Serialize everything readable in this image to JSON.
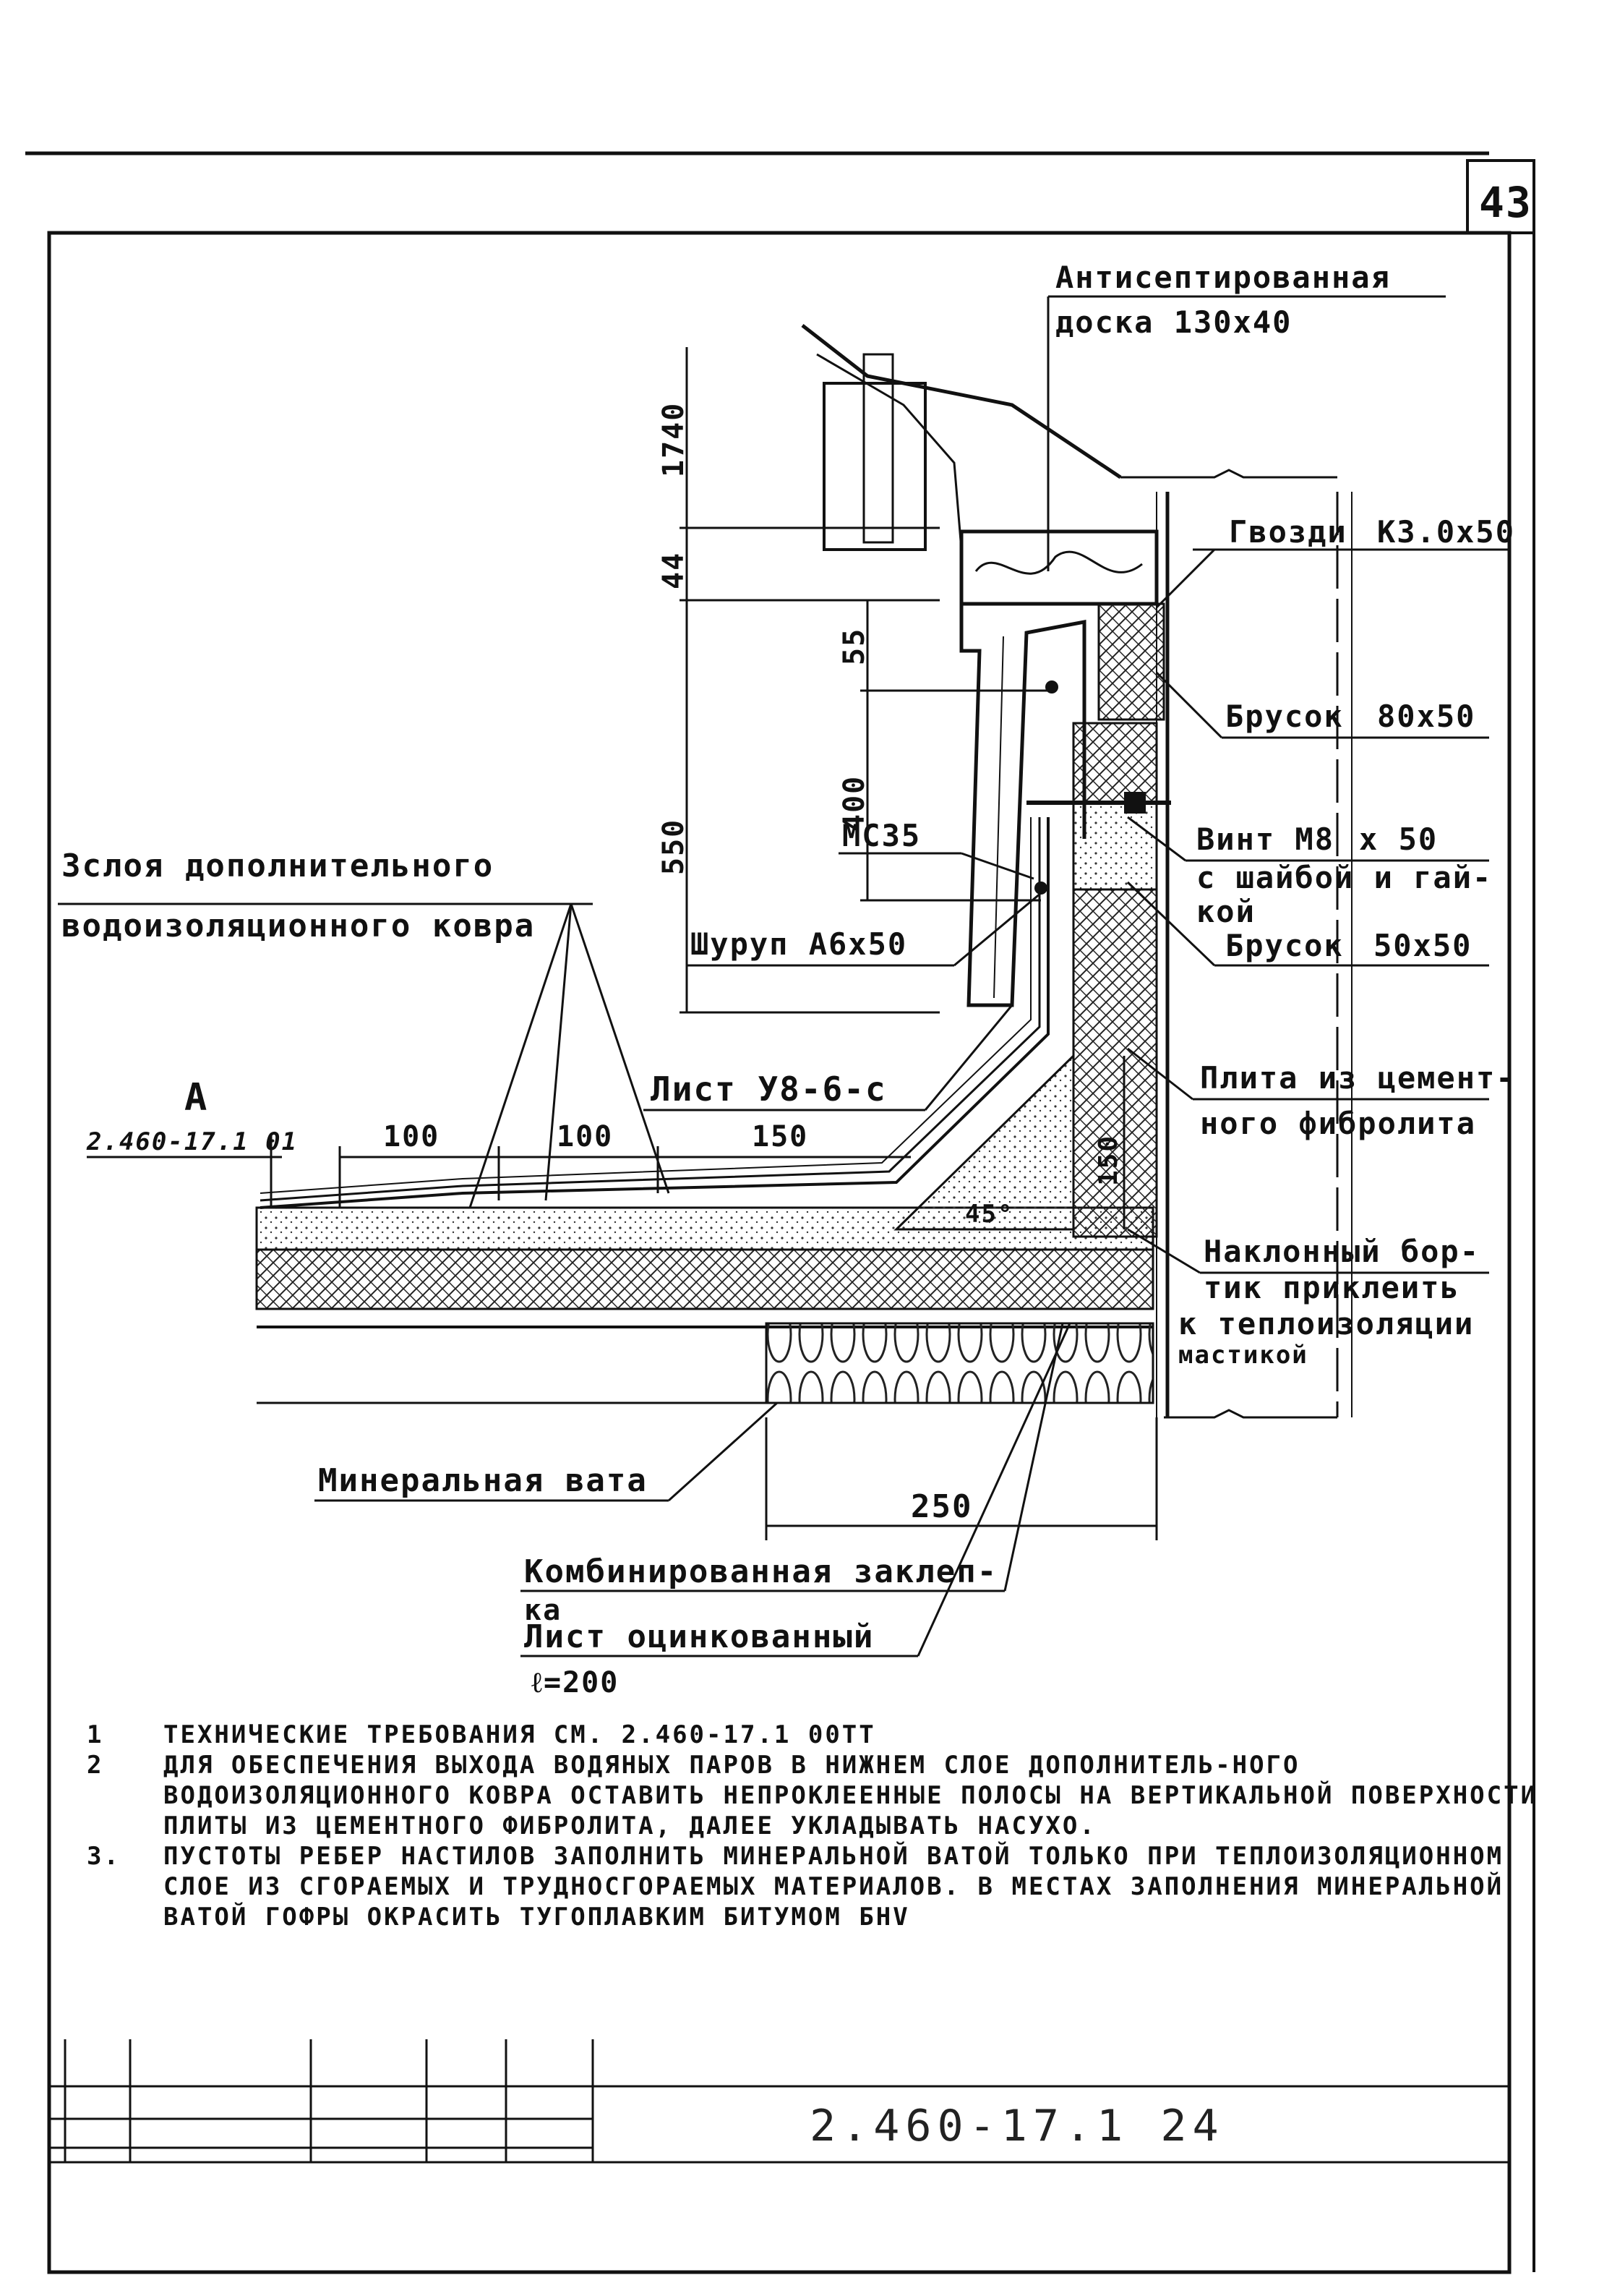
{
  "sheet": {
    "page_number": "43",
    "doc_code": "2.460-17.1 24"
  },
  "labels": {
    "board": [
      "Антисептированная",
      "доска 130х40"
    ],
    "nails": [
      "Гвозди",
      "К3.0х50"
    ],
    "bar1": [
      "Брусок",
      "80х50"
    ],
    "screw_m8": [
      "Винт М8",
      "х 50"
    ],
    "washer": [
      "с шайбой и гай-",
      "кой"
    ],
    "bar2": [
      "Брусок",
      "50х50"
    ],
    "mc35": "МС35",
    "screw_a6": "Шуруп А6х50",
    "sheet_u8": "Лист У8-6-с",
    "three_layers": [
      "3слоя дополнительного",
      "водоизоляционного ковра"
    ],
    "cement_board": [
      "Плита из цемент-",
      "ного фибролита"
    ],
    "slope_board": [
      "Наклонный бор-",
      "тик приклеить",
      "к теплоизоляции",
      "мастикой"
    ],
    "mineral_wool": "Минеральная вата",
    "rivet": [
      "Комбинированная заклеп-",
      "ка"
    ],
    "galv_sheet": [
      "Лист оцинкованный",
      "ℓ=200"
    ],
    "ref_letter": "А",
    "ref_code": "2.460-17.1 01"
  },
  "dimensions": {
    "d1740": "1740",
    "d44": "44",
    "d55": "55",
    "d400": "400",
    "d550": "550",
    "d100a": "100",
    "d100b": "100",
    "d150h": "150",
    "d150v": "150",
    "d250": "250",
    "angle": "45°"
  },
  "notes": [
    {
      "num": "1",
      "text": "Технические требования см. 2.460-17.1 00ТТ"
    },
    {
      "num": "2",
      "text": "Для обеспечения выхода водяных паров в нижнем слое дополнитель-ного водоизоляционного ковра оставить непроклеенные полосы на вертикальной поверхности плиты из цементного фибролита, далее укладывать насухо."
    },
    {
      "num": "3.",
      "text": "Пустоты ребер настилов заполнить минеральной ватой только при теплоизоляционном слое из сгораемых и трудносгораемых материалов. В местах заполнения минеральной ватой гофры окрасить тугоплавким битумом БНV"
    }
  ]
}
